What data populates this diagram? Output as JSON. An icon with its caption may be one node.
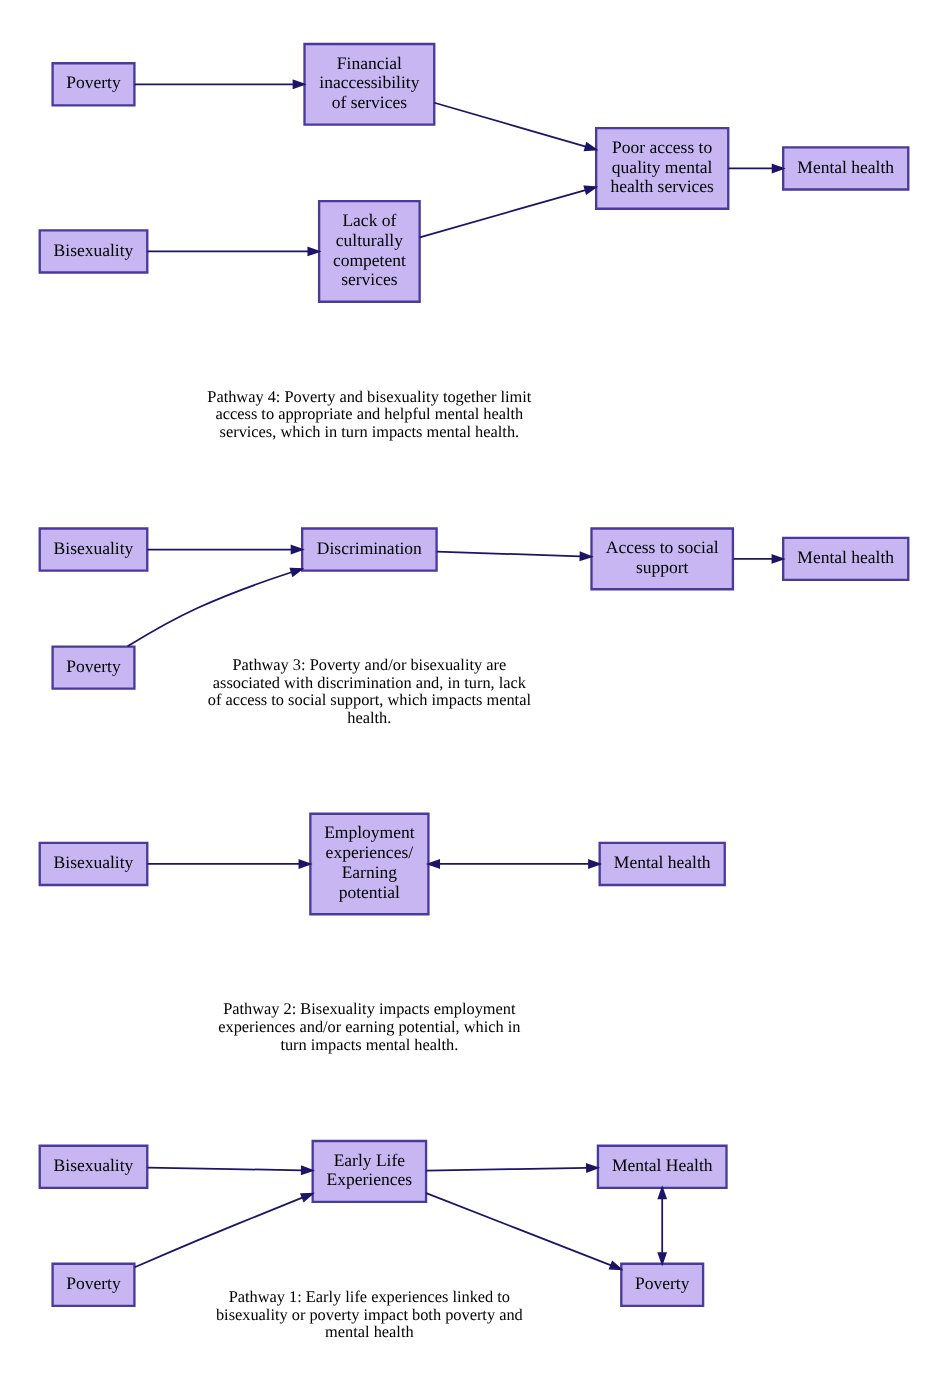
{
  "diagram": {
    "nodes": [
      {
        "text": [
          "Bisexuality"
        ]
      },
      {
        "text": [
          "Mental Health"
        ]
      },
      {
        "text": [
          "Early Life Experiences"
        ]
      },
      {
        "text": [
          "Poverty"
        ]
      },
      {
        "text": [
          "Poverty"
        ]
      },
      {
        "text": [
          "Bisexuality"
        ]
      },
      {
        "text": [
          "Employment experiences/ Earning potential"
        ]
      },
      {
        "text": [
          "Mental health"
        ]
      },
      {
        "text": [
          "Bisexuality"
        ]
      },
      {
        "text": [
          "Discrimination"
        ]
      },
      {
        "text": [
          "Access to social support"
        ]
      },
      {
        "text": [
          "Mental health"
        ]
      },
      {
        "text": [
          "Poverty"
        ]
      },
      {
        "text": [
          "Poverty"
        ]
      },
      {
        "text": [
          "Financial inaccessibility of services"
        ]
      },
      {
        "text": [
          "Poor access to quality mental health services"
        ]
      },
      {
        "text": [
          "Mental health"
        ]
      },
      {
        "text": [
          "Bisexuality"
        ]
      },
      {
        "text": [
          "Lack of culturally competent services"
        ]
      }
    ],
    "edges": [
      {
        "from": 0,
        "to": 2,
        "arrow": "to"
      },
      {
        "from": 4,
        "to": 2,
        "arrow": "to"
      },
      {
        "from": 2,
        "to": 1,
        "arrow": "to"
      },
      {
        "from": 2,
        "to": 3,
        "arrow": "to"
      },
      {
        "from": 1,
        "to": 3,
        "arrow": "both"
      },
      {
        "from": 5,
        "to": 6,
        "arrow": "to"
      },
      {
        "from": 6,
        "to": 7,
        "arrow": "both"
      },
      {
        "from": 8,
        "to": 9,
        "arrow": "to"
      },
      {
        "from": 12,
        "to": 9,
        "arrow": "to"
      },
      {
        "from": 9,
        "to": 10,
        "arrow": "to"
      },
      {
        "from": 10,
        "to": 11,
        "arrow": "to"
      },
      {
        "from": 13,
        "to": 14,
        "arrow": "to"
      },
      {
        "from": 17,
        "to": 18,
        "arrow": "to"
      },
      {
        "from": 14,
        "to": 15,
        "arrow": "to"
      },
      {
        "from": 18,
        "to": 15,
        "arrow": "to"
      },
      {
        "from": 15,
        "to": 16,
        "arrow": "to"
      }
    ],
    "labels": [
      "Pathway 1: Early life experiences linked to bisexuality or poverty impact both poverty and mental health",
      "Pathway 2: Bisexuality impacts employment experiences and/or earning potential, which in turn impacts mental health.",
      "Pathway 3: Poverty and/or bisexuality are associated with discrimination and, in turn, lack of access to social support, which impacts mental health.",
      "Pathway 4: Poverty and bisexuality together limit access to appropriate and helpful mental health services, which in turn impacts mental health."
    ]
  }
}
